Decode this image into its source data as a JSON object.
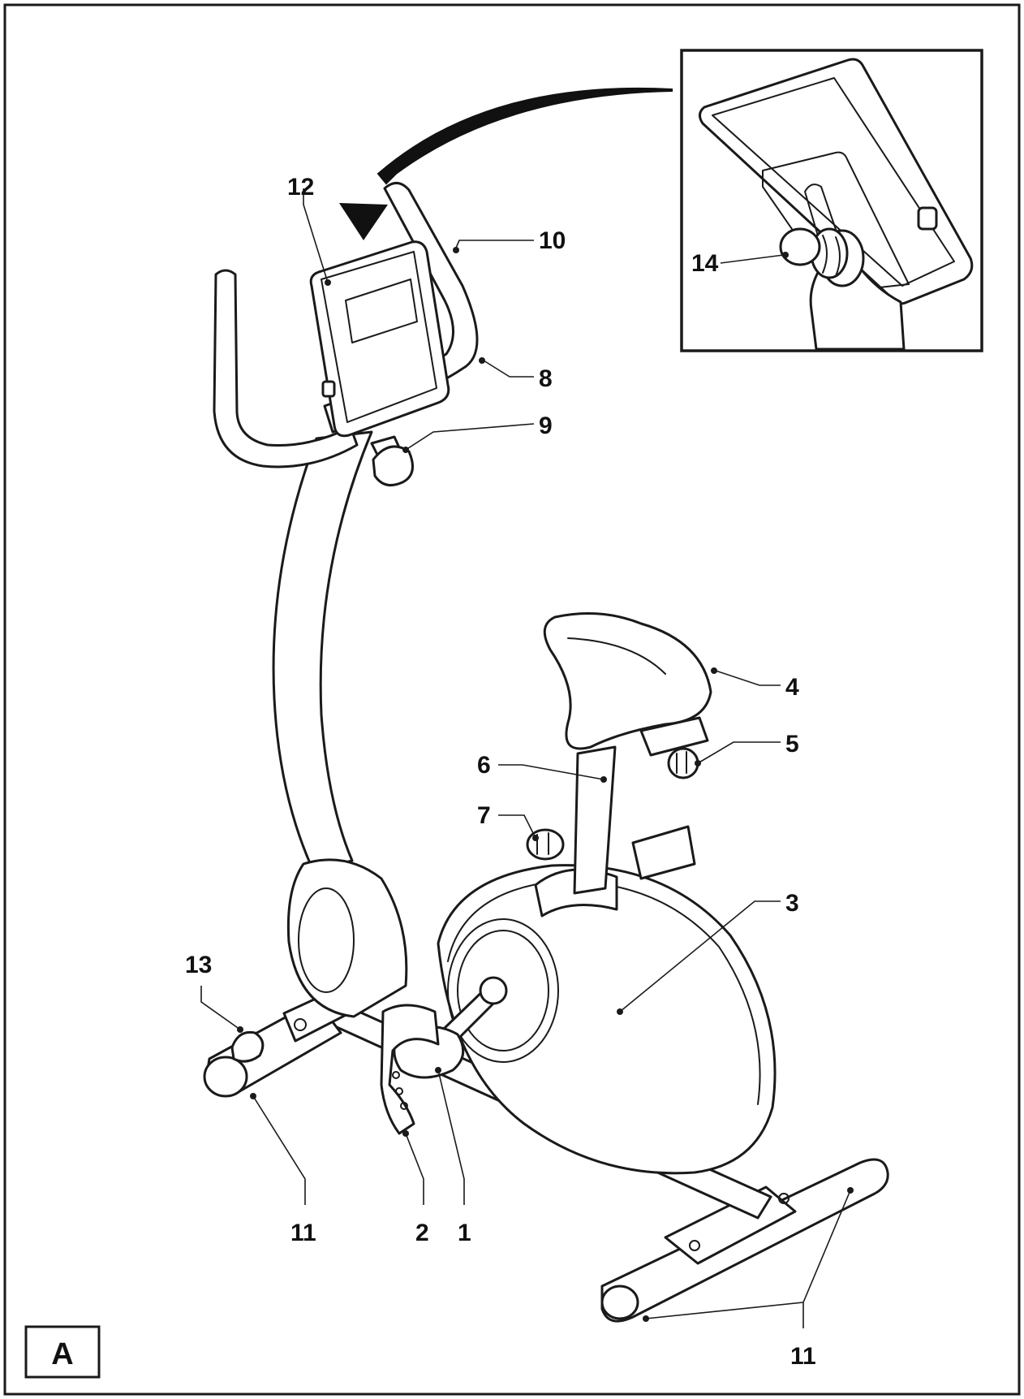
{
  "figure_label": "A",
  "callouts": [
    {
      "id": "1",
      "text": "1"
    },
    {
      "id": "2",
      "text": "2"
    },
    {
      "id": "3",
      "text": "3"
    },
    {
      "id": "4",
      "text": "4"
    },
    {
      "id": "5",
      "text": "5"
    },
    {
      "id": "6",
      "text": "6"
    },
    {
      "id": "7",
      "text": "7"
    },
    {
      "id": "8",
      "text": "8"
    },
    {
      "id": "9",
      "text": "9"
    },
    {
      "id": "10",
      "text": "10"
    },
    {
      "id": "11a",
      "text": "11"
    },
    {
      "id": "11b",
      "text": "11"
    },
    {
      "id": "12",
      "text": "12"
    },
    {
      "id": "13",
      "text": "13"
    },
    {
      "id": "14",
      "text": "14"
    }
  ]
}
